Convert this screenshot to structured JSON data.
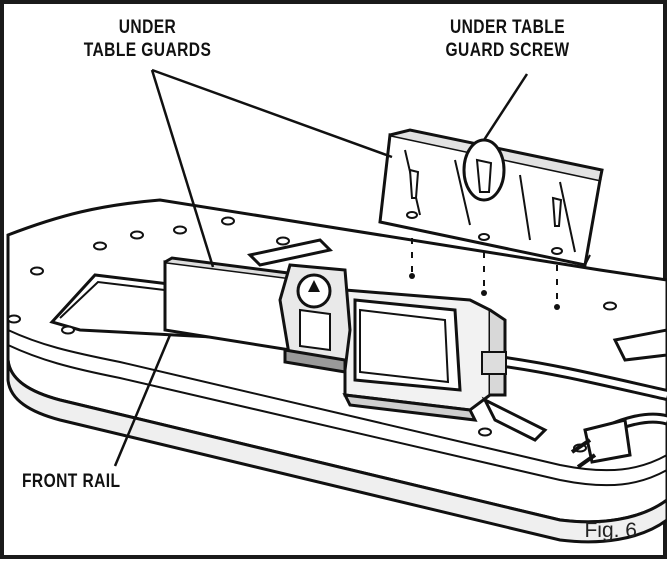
{
  "labels": {
    "under_table_guards": [
      "UNDER",
      "TABLE GUARDS"
    ],
    "under_table_guard_screw": [
      "UNDER TABLE",
      "GUARD SCREW"
    ],
    "front_rail": "FRONT RAIL",
    "figure": "Fig. 6"
  },
  "colors": {
    "ink": "#111111",
    "frame": "#1a1a1a",
    "paper": "#ffffff",
    "shade_light": "#e9e9e9",
    "shade_mid": "#cfcfcf",
    "shade_dark": "#9a9a9a"
  }
}
